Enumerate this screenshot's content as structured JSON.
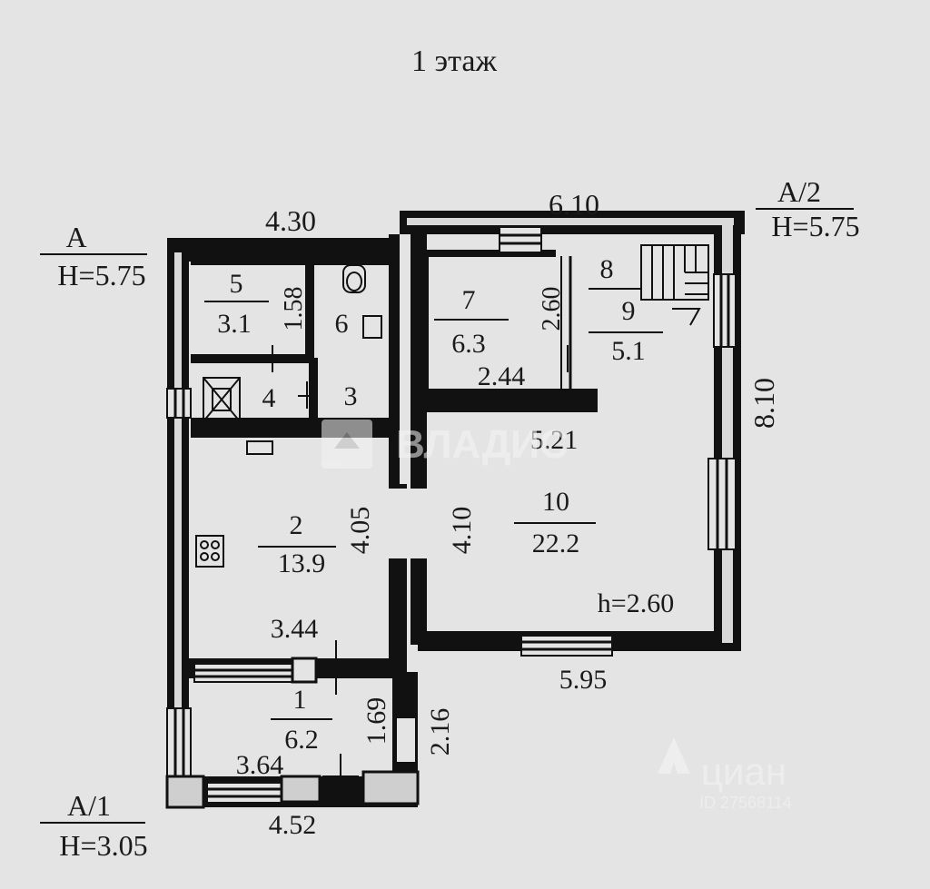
{
  "title": "1 этаж",
  "corners": {
    "a": {
      "label": "A",
      "height": "H=5.75"
    },
    "a2": {
      "label": "A/2",
      "height": "H=5.75"
    },
    "a1": {
      "label": "A/1",
      "height": "H=3.05"
    }
  },
  "rooms": [
    {
      "number": "1",
      "area": "6.2"
    },
    {
      "number": "2",
      "area": "13.9"
    },
    {
      "number": "3"
    },
    {
      "number": "4"
    },
    {
      "number": "5",
      "area": "3.1"
    },
    {
      "number": "6"
    },
    {
      "number": "7",
      "area": "6.3"
    },
    {
      "number": "8"
    },
    {
      "number": "9",
      "area": "5.1"
    },
    {
      "number": "10",
      "area": "22.2"
    }
  ],
  "dimensions": {
    "top_left": "4.30",
    "top_right": "6.10",
    "right": "8.10",
    "room5_h": "1.58",
    "room7_h": "2.60",
    "room7_w": "2.44",
    "hall_w": "5.21",
    "room2_h": "4.05",
    "room10_h": "4.10",
    "ceiling": "h=2.60",
    "room2_w": "3.44",
    "bottom_right": "5.95",
    "room1_h": "1.69",
    "porch_h": "2.16",
    "room1_w": "3.64",
    "bottom": "4.52"
  },
  "watermarks": {
    "vladis": "ВЛАДИС",
    "cian": "циан",
    "cian_id": "ID 27568114"
  }
}
